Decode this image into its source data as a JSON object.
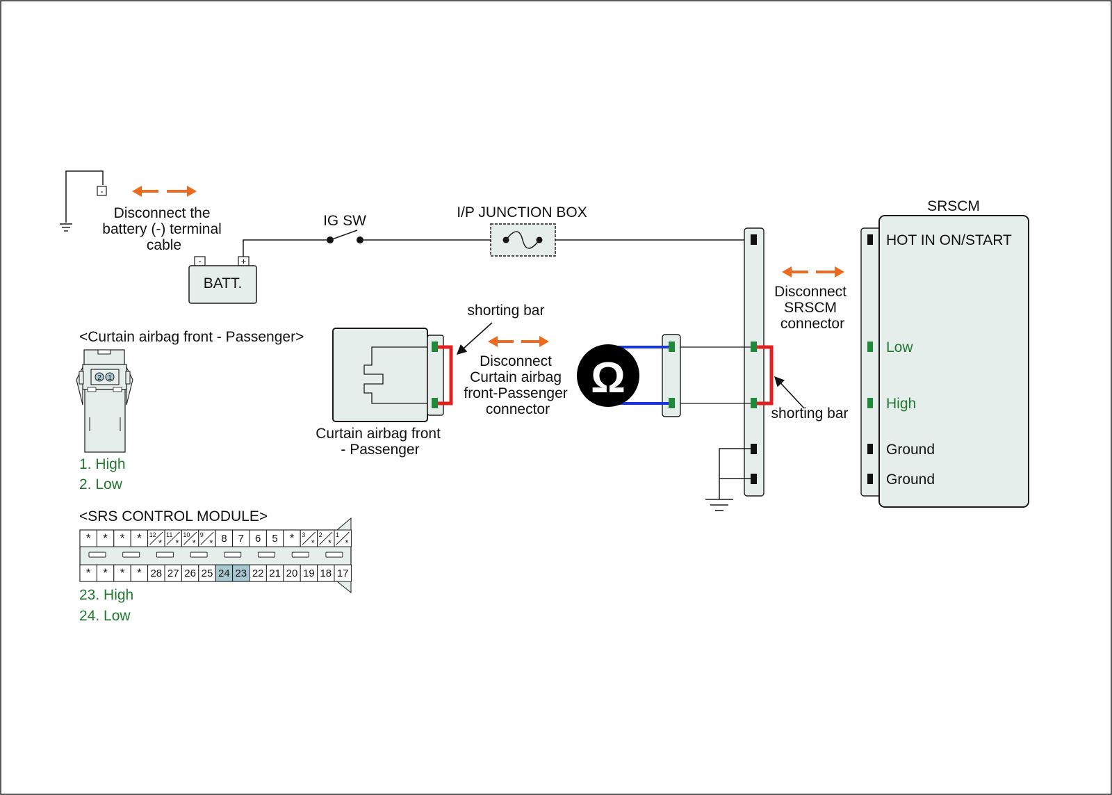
{
  "colors": {
    "background": "#ffffff",
    "component_fill": "#e6eeec",
    "wire": "#1a1a1a",
    "arrow": "#ee6a1f",
    "terminal_active": "#1f8a3c",
    "terminal": "#111111",
    "shorting_bar": "#e32020",
    "meter_lead": "#1a33e0",
    "pin_highlight": "#a7c8d0",
    "pin_text": "#1f7a2e"
  },
  "battery": {
    "label": "BATT.",
    "neg_symbol": "-",
    "pos_symbol": "+",
    "ground_terminal_symbol": "-",
    "disconnect_lines": [
      "Disconnect the",
      "battery (-) terminal",
      "cable"
    ]
  },
  "ig_switch": {
    "label": "IG SW"
  },
  "junction_box": {
    "label": "I/P JUNCTION BOX"
  },
  "srscm": {
    "title": "SRSCM",
    "terminals": [
      "HOT IN ON/START",
      "Low",
      "High",
      "Ground",
      "Ground"
    ],
    "disconnect_lines": [
      "Disconnect",
      "SRSCM",
      "connector"
    ]
  },
  "shorting_bar_label": "shorting bar",
  "airbag_module": {
    "label_lines": [
      "Curtain airbag front",
      "- Passenger"
    ],
    "disconnect_lines": [
      "Disconnect",
      "Curtain airbag",
      "front-Passenger",
      "connector"
    ]
  },
  "meter": {
    "symbol": "Ω"
  },
  "airbag_connector": {
    "title": "<Curtain airbag front - Passenger>",
    "pin_numbers": [
      "2",
      "1"
    ],
    "pins": [
      "1. High",
      "2. Low"
    ]
  },
  "control_module_connector": {
    "title": "<SRS CONTROL MODULE>",
    "top_row": [
      "*",
      "*",
      "*",
      "*",
      "12",
      "11",
      "10",
      "9",
      "8",
      "7",
      "6",
      "5",
      "*",
      "3",
      "2",
      "1"
    ],
    "bottom_row": [
      "*",
      "*",
      "*",
      "*",
      "28",
      "27",
      "26",
      "25",
      "24",
      "23",
      "22",
      "21",
      "20",
      "19",
      "18",
      "17"
    ],
    "highlighted": [
      "24",
      "23"
    ],
    "pins": [
      "23. High",
      "24. Low"
    ]
  }
}
